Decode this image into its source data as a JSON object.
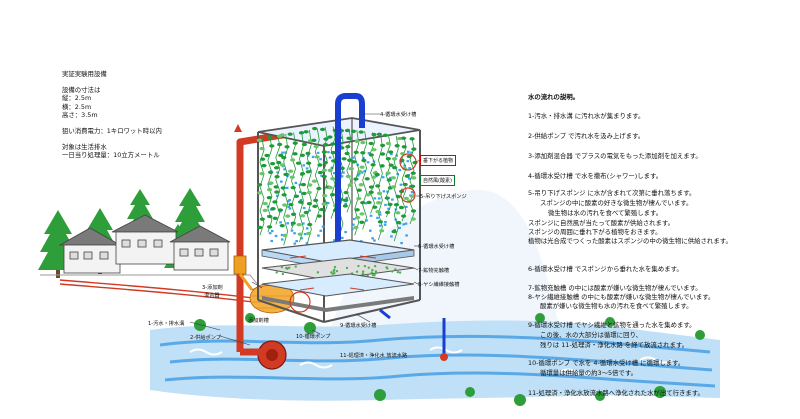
{
  "spec": {
    "title": "実証実験用設備",
    "dims_heading": "設備の寸法は",
    "height": "縦：2.5m",
    "width": "横：2.5m",
    "tall": "高さ：3.5m",
    "power": "狙い消費電力：1キロワット時以内",
    "target": "対象は生活排水",
    "capacity": "一日当り処理量：10立方メートル"
  },
  "explanation": {
    "heading": "水の流れの説明。",
    "steps": [
      "1-汚水・排水溝 に汚れ水が集まります。",
      "2-供給ポンプ で汚れ水を汲み上げます。",
      "3-添加剤混合器 でプラスの電気をもった添加剤を加えます。",
      "4-循環水受け槽 で水を撒布(シャワー)します。",
      "5-吊り下げスポンジ に水が含まれて次第に垂れ落ちます。",
      "スポンジの中に酸素の好きな微生物が棲んでいます。",
      "微生物は水の汚れを食べて繁殖します。",
      "スポンジに自然風が当たって酸素が供給されます。",
      "スポンジの周囲に垂れ下がる植物をおきます。",
      "植物は光合成でつくった酸素はスポンジの中の微生物に供給されます。",
      "6-循環水受け槽 でスポンジから垂れた水を集めます。",
      "7-鉱物充触槽 の中には酸素が嫌いな微生物が棲んでいます。",
      "8-ヤシ繊維接触槽 の中にも酸素が嫌いな微生物が棲んでいます。",
      "酸素が嫌いな微生物も水の汚れを食べて繁殖します。",
      "9-循環水受け槽 でヤシ繊維と鉱物を通った水を集めます。",
      "この後、水の大部分は循環に回り、",
      "残りは 11-処理済・浄化水路 を経て放流されます。",
      "10-循環ポンプ で水を 4-循環水受け槽 に循環します。",
      "循環量は供給量の約3〜5倍です。",
      "11-処理済・浄化水放流水路へ浄化された水が出て行きます。"
    ]
  },
  "labels": {
    "recirc_tank_top": "4-循環水受け槽",
    "hanging_plants": "垂下がる植物",
    "natural_wind": "自然風(酸素)",
    "hanging_sponge": "5-吊り下げスポンジ",
    "recirc_tank_6": "6-循環水受け槽",
    "mineral_tank": "7-鉱物充触槽",
    "coir_tank": "8-ヤシ繊維接触槽",
    "recirc_tank_9": "9-循環水受け槽",
    "recirc_pump": "10-循環ポンプ",
    "additive_mixer_line1": "3-添加剤",
    "additive_mixer_line2": "混合器",
    "additive": "添加剤槽",
    "sewage": "1-汚水・排水溝",
    "supply_pump": "2-供給ポンプ",
    "discharge": "11-処理済・浄化水 放流水路"
  },
  "colors": {
    "pipe_red": "#d23a24",
    "pipe_blue": "#1a3fd0",
    "frame": "#555555",
    "spray_blue": "#2f7fe8",
    "sponge_blue": "#3aa0f0",
    "plant_green": "#1f9a3a",
    "water_blue": "#5aa8e6",
    "river_light": "#bfe0f7",
    "tree_green": "#2e9e3a",
    "house_wall": "#f3f3f3",
    "roof_gray": "#7a7a7a"
  }
}
